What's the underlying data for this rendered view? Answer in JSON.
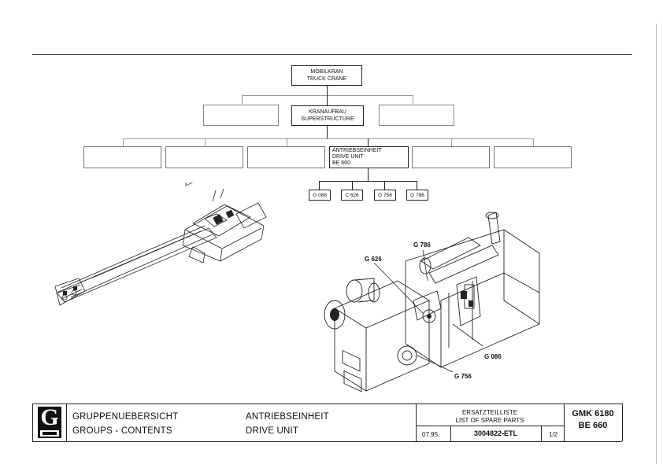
{
  "tree": {
    "root": {
      "line1": "MOBILKRAN",
      "line2": "TRUCK CRANE"
    },
    "level2": {
      "line1": "KRANAUFBAU",
      "line2": "SUPERSTRUCTURE"
    },
    "level3": {
      "line1": "ANTRIEBSEINHEIT",
      "line2": "DRIVE UNIT",
      "line3": "BE 660"
    },
    "groups": [
      "G 086",
      "C 626",
      "G 756",
      "G 786"
    ]
  },
  "callouts": {
    "g786": "G 786",
    "g626": "G 626",
    "g086": "G 086",
    "g756": "G 756"
  },
  "footer": {
    "logo": "G",
    "title_de": "GRUPPENUEBERSICHT",
    "title_en": "GROUPS - CONTENTS",
    "unit_de": "ANTRIEBSEINHEIT",
    "unit_en": "DRIVE  UNIT",
    "list_de": "ERSATZTEILLISTE",
    "list_en": "LIST OF SPARE PARTS",
    "date": "07.95",
    "doc_number": "3004822-ETL",
    "page": "1/2",
    "model": "GMK 6180",
    "unit_code": "BE 660"
  }
}
